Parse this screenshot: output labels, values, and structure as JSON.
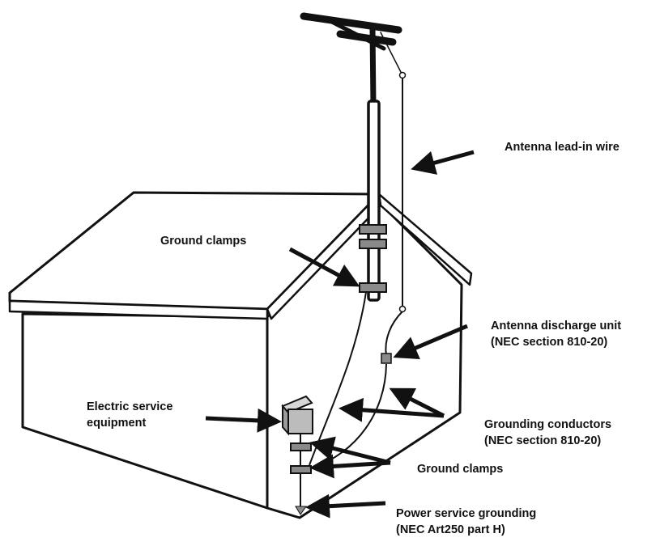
{
  "labels": {
    "antenna_lead_in": "Antenna lead-in wire",
    "ground_clamps_top": "Ground clamps",
    "discharge_unit_line1": "Antenna discharge unit",
    "discharge_unit_line2": "(NEC section 810-20)",
    "electric_service_line1": "Electric service",
    "electric_service_line2": "equipment",
    "grounding_conductors_line1": "Grounding conductors",
    "grounding_conductors_line2": "(NEC section 810-20)",
    "ground_clamps_bottom": "Ground clamps",
    "power_grounding_line1": "Power service grounding",
    "power_grounding_line2": "(NEC Art250 part H)"
  },
  "colors": {
    "line": "#111111",
    "clamp_fill": "#8a8a8a",
    "box_fill": "#bcbcbc",
    "background": "#ffffff"
  }
}
